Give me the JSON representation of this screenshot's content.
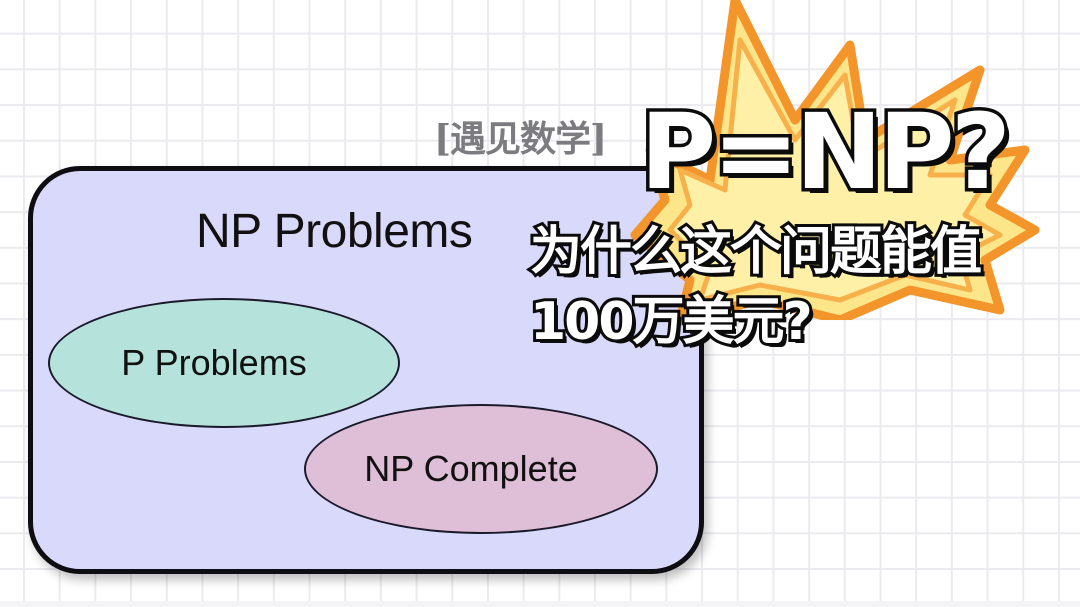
{
  "diagram": {
    "outer_set": {
      "label": "NP Problems",
      "fill": "#d9d9fb",
      "border": "#0d0d12"
    },
    "inner_sets": [
      {
        "label": "P Problems",
        "fill": "#b6e2dc"
      },
      {
        "label": "NP Complete",
        "fill": "#dfbfd8"
      }
    ]
  },
  "watermark": "[遇见数学]",
  "headline": {
    "title": "P=NP?",
    "subtitle_line1": "为什么这个问题能值",
    "subtitle_line2": "100万美元?"
  },
  "burst": {
    "fill": "#fde58a",
    "inner": "#fff0a8",
    "outline": "#f3952a",
    "icon": "starburst-icon"
  },
  "background": {
    "grid_color": "#ebebef",
    "paper_color": "#ffffff"
  }
}
